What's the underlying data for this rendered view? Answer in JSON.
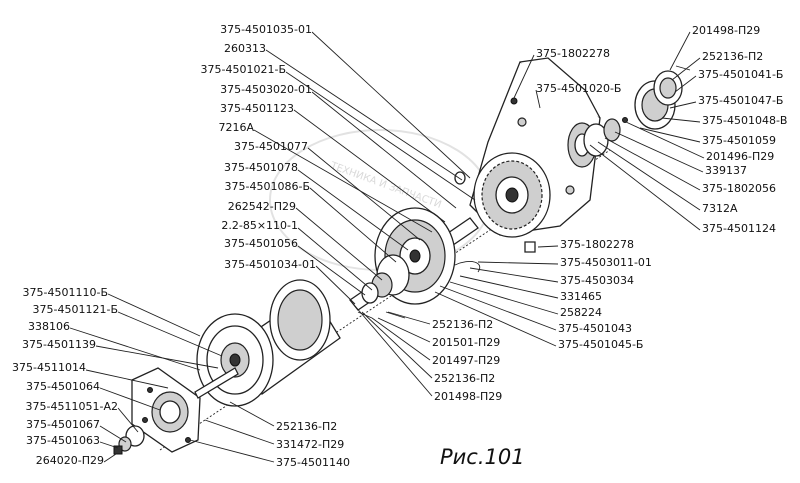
{
  "watermark": "ТЕХНИКА И ЗАПЧАСТИ",
  "caption": "Рис.101",
  "labels_left": [
    "375-4501035-01",
    "260313",
    "375-4501021-Б",
    "375-4503020-01",
    "375-4501123",
    "7216А",
    "375-4501077",
    "375-4501078",
    "375-4501086-Б",
    "262542-П29",
    "2.2-85×110-1",
    "375-4501056",
    "375-4501034-01",
    "375-4501110-Б",
    "375-4501121-Б",
    "338106",
    "375-4501139",
    "375-4511014",
    "375-4501064",
    "375-4511051-А2",
    "375-4501067",
    "375-4501063",
    "264020-П29"
  ],
  "labels_right": [
    "375-1802278",
    "375-4501020-Б",
    "201498-П29",
    "252136-П2",
    "375-4501041-Б",
    "375-4501047-Б",
    "375-4501048-В",
    "375-4501059",
    "201496-П29",
    "339137",
    "375-1802056",
    "7312А",
    "375-4501124",
    "375-1802278",
    "375-4503011-01",
    "375-4503034",
    "331465",
    "258224",
    "375-4501043",
    "375-4501045-Б"
  ],
  "labels_bottom": [
    "252136-П2",
    "201501-П29",
    "201497-П29",
    "252136-П2",
    "201498-П29",
    "252136-П2",
    "331472-П29",
    "375-4501140"
  ]
}
